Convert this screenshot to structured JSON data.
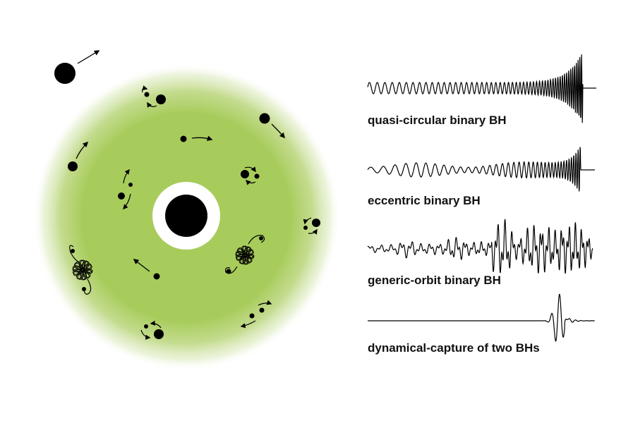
{
  "diagram": {
    "disk_color": "#a8cc5c",
    "bh_color": "#000000",
    "ring_color": "#ffffff"
  },
  "waveforms": [
    {
      "label": "quasi-circular binary BH",
      "kind": "quasi-circular"
    },
    {
      "label": "eccentric binary BH",
      "kind": "eccentric"
    },
    {
      "label": "generic-orbit binary BH",
      "kind": "generic"
    },
    {
      "label": "dynamical-capture of two BHs",
      "kind": "capture"
    }
  ]
}
